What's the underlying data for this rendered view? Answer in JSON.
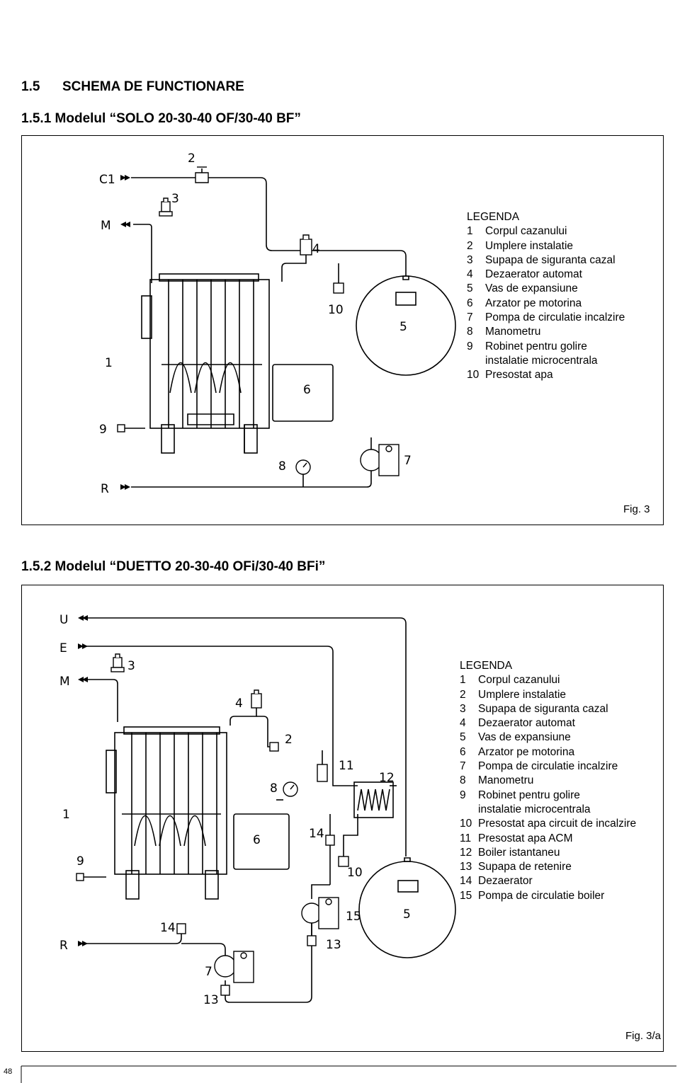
{
  "section": {
    "number": "1.5",
    "title": "SCHEMA DE FUNCTIONARE"
  },
  "fig1": {
    "heading": "1.5.1 Modelul “SOLO 20-30-40 OF/30-40 BF”",
    "fig_label": "Fig. 3",
    "connections": {
      "c1": "C1",
      "m": "M",
      "r": "R"
    },
    "callouts": {
      "n1": "1",
      "n2": "2",
      "n3": "3",
      "n4": "4",
      "n5": "5",
      "n6": "6",
      "n7": "7",
      "n8": "8",
      "n9": "9",
      "n10": "10"
    },
    "legend_title": "LEGENDA",
    "legend": [
      {
        "num": "1",
        "text": "Corpul cazanului"
      },
      {
        "num": "2",
        "text": "Umplere instalatie"
      },
      {
        "num": "3",
        "text": "Supapa de siguranta cazal"
      },
      {
        "num": "4",
        "text": "Dezaerator automat"
      },
      {
        "num": "5",
        "text": "Vas de expansiune"
      },
      {
        "num": "6",
        "text": "Arzator pe motorina"
      },
      {
        "num": "7",
        "text": "Pompa de circulatie incalzire"
      },
      {
        "num": "8",
        "text": "Manometru"
      },
      {
        "num": "9",
        "text": "Robinet pentru golire",
        "cont": "instalatie microcentrala"
      },
      {
        "num": "10",
        "text": "Presostat apa"
      }
    ]
  },
  "fig2": {
    "heading": "1.5.2 Modelul “DUETTO 20-30-40 OFi/30-40 BFi”",
    "fig_label": "Fig. 3/a",
    "connections": {
      "u": "U",
      "e": "E",
      "m": "M",
      "r": "R"
    },
    "callouts": {
      "n1": "1",
      "n2": "2",
      "n3": "3",
      "n4": "4",
      "n5": "5",
      "n6": "6",
      "n7": "7",
      "n8": "8",
      "n9": "9",
      "n10": "10",
      "n11": "11",
      "n12": "12",
      "n13a": "13",
      "n13b": "13",
      "n14a": "14",
      "n14b": "14",
      "n15": "15"
    },
    "legend_title": "LEGENDA",
    "legend": [
      {
        "num": "1",
        "text": "Corpul cazanului"
      },
      {
        "num": "2",
        "text": "Umplere instalatie"
      },
      {
        "num": "3",
        "text": "Supapa de siguranta cazal"
      },
      {
        "num": "4",
        "text": "Dezaerator automat"
      },
      {
        "num": "5",
        "text": "Vas de expansiune"
      },
      {
        "num": "6",
        "text": "Arzator pe motorina"
      },
      {
        "num": "7",
        "text": "Pompa de circulatie incalzire"
      },
      {
        "num": "8",
        "text": "Manometru"
      },
      {
        "num": "9",
        "text": "Robinet pentru golire",
        "cont": "instalatie microcentrala"
      },
      {
        "num": "10",
        "text": "Presostat apa circuit de incalzire"
      },
      {
        "num": "11",
        "text": "Presostat apa ACM"
      },
      {
        "num": "12",
        "text": "Boiler istantaneu"
      },
      {
        "num": "13",
        "text": "Supapa de retenire"
      },
      {
        "num": "14",
        "text": "Dezaerator"
      },
      {
        "num": "15",
        "text": "Pompa de circulatie boiler"
      }
    ]
  },
  "page_number": "48"
}
